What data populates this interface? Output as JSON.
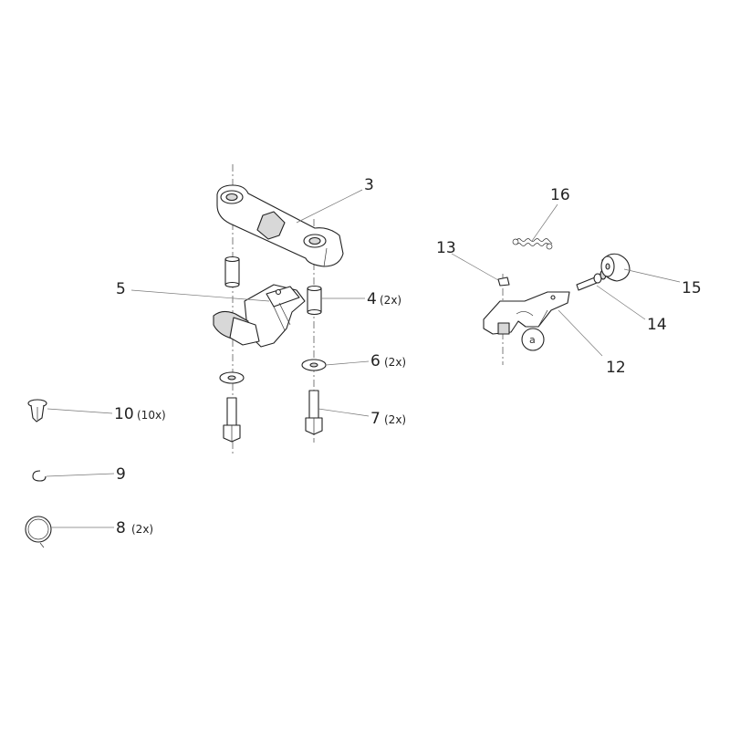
{
  "callouts": [
    {
      "id": "c3",
      "number": "3",
      "qty": ""
    },
    {
      "id": "c4",
      "number": "4",
      "qty": "(2x)"
    },
    {
      "id": "c5",
      "number": "5",
      "qty": ""
    },
    {
      "id": "c6",
      "number": "6",
      "qty": "(2x)"
    },
    {
      "id": "c7",
      "number": "7",
      "qty": "(2x)"
    },
    {
      "id": "c8",
      "number": "8",
      "qty": "(2x)"
    },
    {
      "id": "c9",
      "number": "9",
      "qty": ""
    },
    {
      "id": "c10",
      "number": "10",
      "qty": "(10x)"
    },
    {
      "id": "c12",
      "number": "12",
      "qty": ""
    },
    {
      "id": "c13",
      "number": "13",
      "qty": ""
    },
    {
      "id": "c14",
      "number": "14",
      "qty": ""
    },
    {
      "id": "c15",
      "number": "15",
      "qty": ""
    },
    {
      "id": "c16",
      "number": "16",
      "qty": ""
    }
  ],
  "detail_marker": "a",
  "colors": {
    "line": "#222222",
    "leader": "#777777",
    "background": "#ffffff"
  }
}
